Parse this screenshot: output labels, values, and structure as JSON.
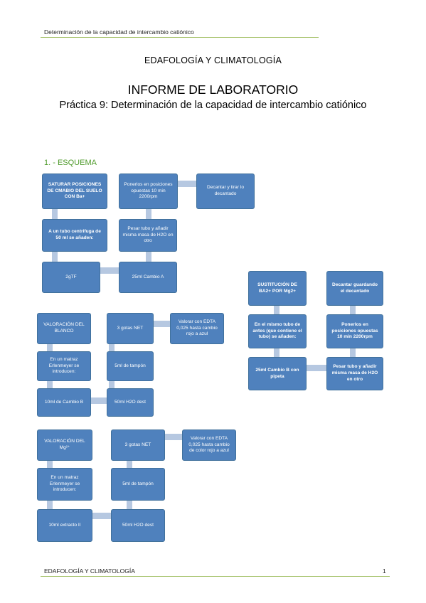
{
  "header": {
    "running_title": "Determinación de la capacidad de intercambio catiónico"
  },
  "title": {
    "subject": "EDAFOLOGÍA Y CLIMATOLOGÍA",
    "report": "INFORME DE LABORATORIO",
    "practice": "Práctica 9: Determinación de la capacidad de intercambio catiónico"
  },
  "section": {
    "heading": "1. - ESQUEMA"
  },
  "diagram": {
    "saturar": {
      "step1": "SATURAR POSICIONES DE CMABIO DEL SUELO CON Ba+",
      "step2": "A un tubo centrifuga de 50 ml se añaden:",
      "step3": "2gTF",
      "step4": "25ml Cambio A",
      "step5": "Pesar tubo y añadir misma masa de H2O en otro",
      "step6": "Ponerlos en posiciones opuestas 10 min 2200rpm",
      "step7": "Decantar y tirar lo decantado"
    },
    "blanco": {
      "step1": "VALORACIÓN DEL BLANCO",
      "step2": "En un matraz Erlenmeyer se introducen:",
      "step3": "10ml de Cambio B",
      "step4": "50ml H2O dest",
      "step5": "5ml de tampón",
      "step6": "3 gotas NET",
      "step7": "Valorar con EDTA 0,025 hasta cambio rojo a azul"
    },
    "mg": {
      "step1": "VALORACIÓN DEL Mg²⁺",
      "step2": "En un matraz Erlenmeyer se introducen:",
      "step3": "10ml extracto II",
      "step4": "50ml H2O dest",
      "step5": "5ml de tampón",
      "step6": "3 gotas NET",
      "step7": "Valorar con EDTA 0,025 hasta cambio de color rojo a azul"
    },
    "sustitucion": {
      "step1": "SUSTITUCIÓN DE BA2+ POR Mg2+",
      "step2": "En el mismo tubo de antes (que contiene el tubo) se añaden:",
      "step3": "25ml Cambio B con pipeta",
      "step4": "Pesar tubo y añadir misma masa de H2O en otro",
      "step5": "Ponerlos en posiciones opuestas 10 min 2200rpm",
      "step6": "Decantar guardando el decantado"
    }
  },
  "footer": {
    "subject": "EDAFOLOGÍA Y CLIMATOLOGÍA",
    "page_number": "1"
  },
  "colors": {
    "box_fill": "#4f81bd",
    "connector": "#b6c8e1",
    "rule": "#9bbb59",
    "section_heading": "#4e9a2a"
  }
}
